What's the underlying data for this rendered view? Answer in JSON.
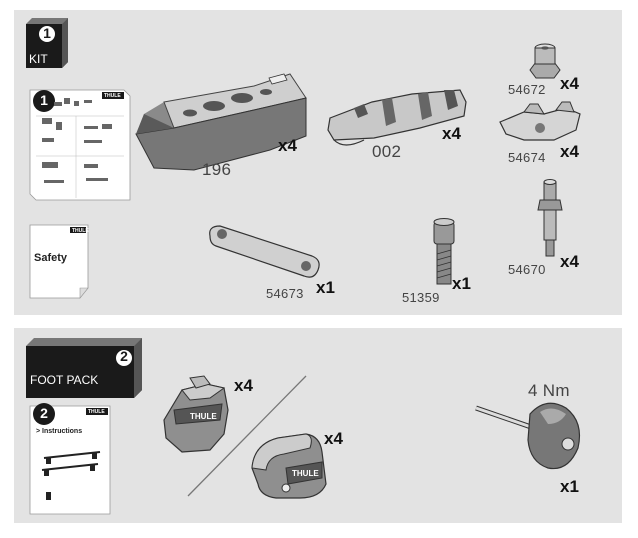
{
  "kit": {
    "number": "1",
    "title": "KIT",
    "manual_number": "1",
    "manual_brand": "THULE",
    "safety_label": "Safety",
    "safety_brand": "THULE",
    "items": [
      {
        "code": "196",
        "qty": "x4"
      },
      {
        "code": "002",
        "qty": "x4"
      },
      {
        "code": "54672",
        "qty": "x4"
      },
      {
        "code": "54674",
        "qty": "x4"
      },
      {
        "code": "54673",
        "qty": "x1"
      },
      {
        "code": "51359",
        "qty": "x1"
      },
      {
        "code": "54670",
        "qty": "x4"
      }
    ]
  },
  "foot_pack": {
    "number": "2",
    "title": "FOOT PACK",
    "manual_number": "2",
    "manual_brand": "THULE",
    "manual_label": "> Instructions",
    "foot_a_qty": "x4",
    "foot_b_qty": "x4",
    "foot_brand": "THULE",
    "torque": "4 Nm",
    "tool_qty": "x1"
  },
  "colors": {
    "panel": "#e3e3e3",
    "header": "#1a1a1a"
  }
}
